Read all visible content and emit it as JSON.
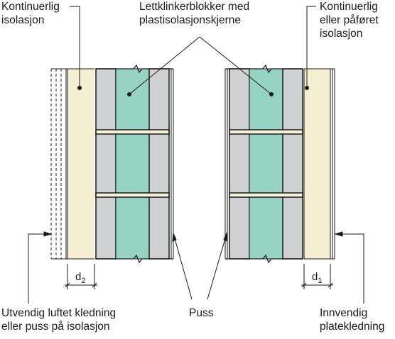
{
  "labels": {
    "top_left": "Kontinuerlig\nisolasjon",
    "top_center": "Lettklinkerblokker med\nplastisolasjonskjerne",
    "top_right": "Kontinuerlig\neller påføret\nisolasjon",
    "bottom_left": "Utvendig luftet kledning\neller puss på isolasjon",
    "bottom_center": "Puss",
    "bottom_right": "Innvendig\nplatekledning"
  },
  "dimensions": {
    "left": {
      "letter": "d",
      "subscript": "2"
    },
    "right": {
      "letter": "d",
      "subscript": "1"
    }
  },
  "colors": {
    "insulation": "#f6eed3",
    "block_shell": "#cfd1d3",
    "block_core": "#97d3c3",
    "mortar_joint": "#f8f0d8",
    "line": "#1a1a1a",
    "background": "#ffffff"
  }
}
